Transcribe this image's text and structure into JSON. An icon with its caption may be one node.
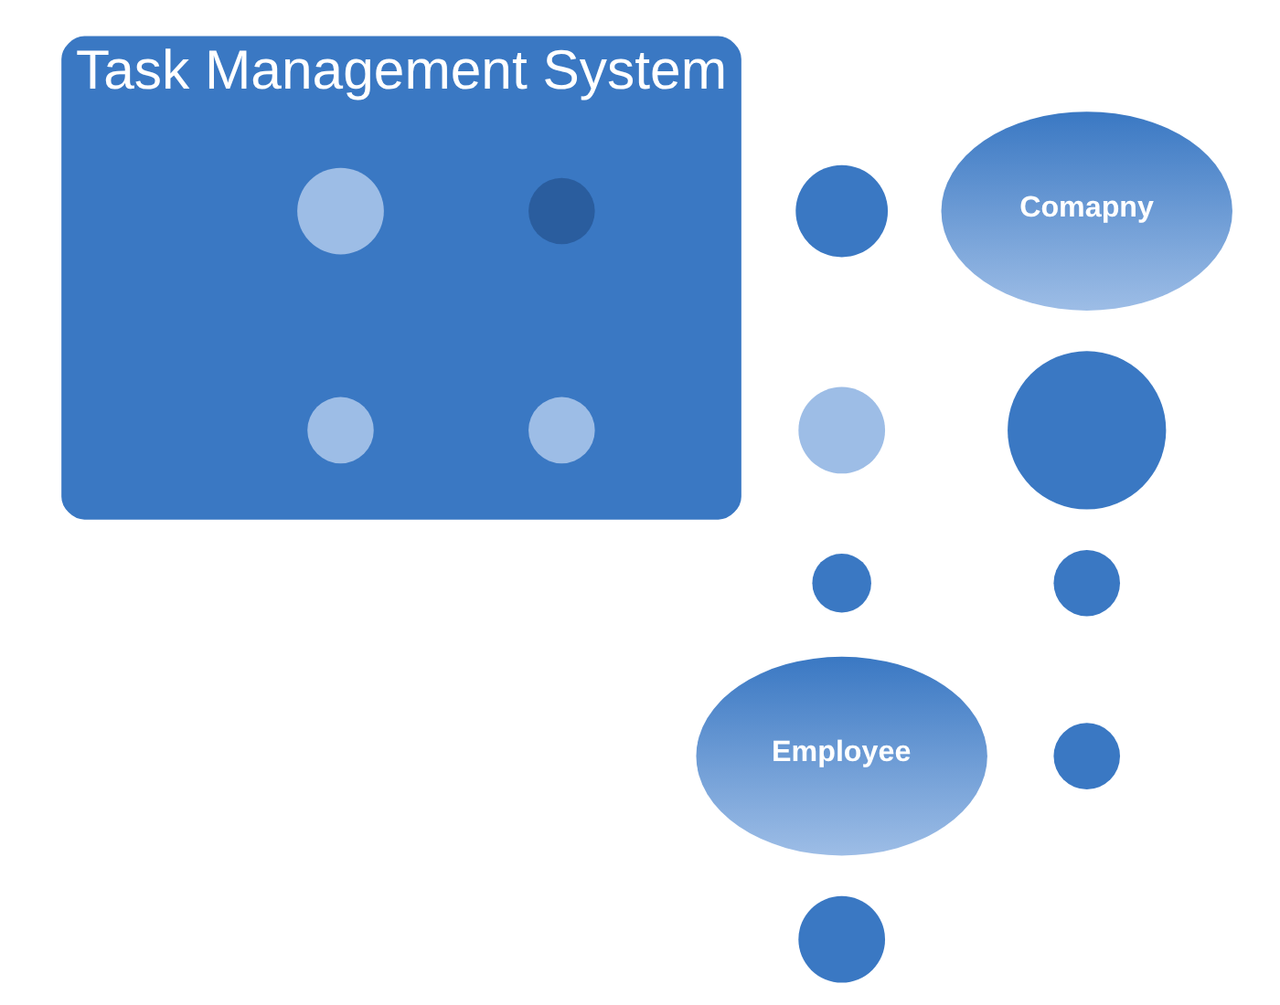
{
  "diagram": {
    "nodes": [
      {
        "text": [
          "Task Management System"
        ]
      },
      {
        "text": [],
        "shape": "circle"
      },
      {
        "text": [
          "Comapny"
        ]
      },
      {
        "text": [],
        "shape": "circle",
        "in": 0
      },
      {
        "text": [],
        "shape": "circle",
        "in": 0
      },
      {
        "text": [],
        "shape": "circle"
      },
      {
        "text": [],
        "shape": "circle"
      },
      {
        "text": [],
        "shape": "circle",
        "in": 0
      },
      {
        "text": [],
        "shape": "circle"
      },
      {
        "text": [
          "Employee"
        ]
      },
      {
        "text": [],
        "shape": "circle",
        "in": 0
      },
      {
        "text": [],
        "shape": "circle"
      },
      {
        "text": [],
        "shape": "circle"
      },
      {
        "text": [],
        "shape": "circle"
      }
    ],
    "edges": []
  }
}
